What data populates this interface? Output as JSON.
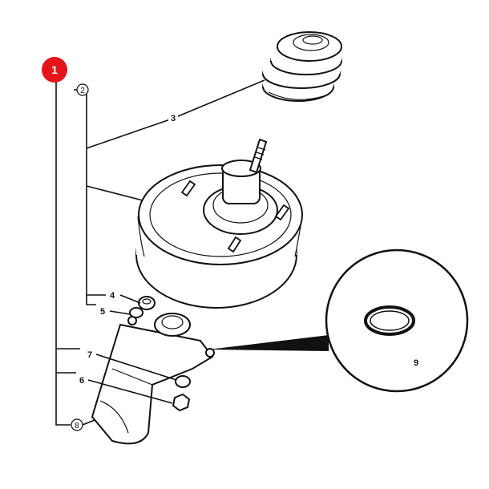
{
  "badge": {
    "label": "1",
    "color": "#e8141c"
  },
  "callouts": {
    "c2": "2",
    "c3": "3",
    "c4": "4",
    "c5": "5",
    "c6": "6",
    "c7": "7",
    "c8": "8",
    "c9": "9"
  }
}
